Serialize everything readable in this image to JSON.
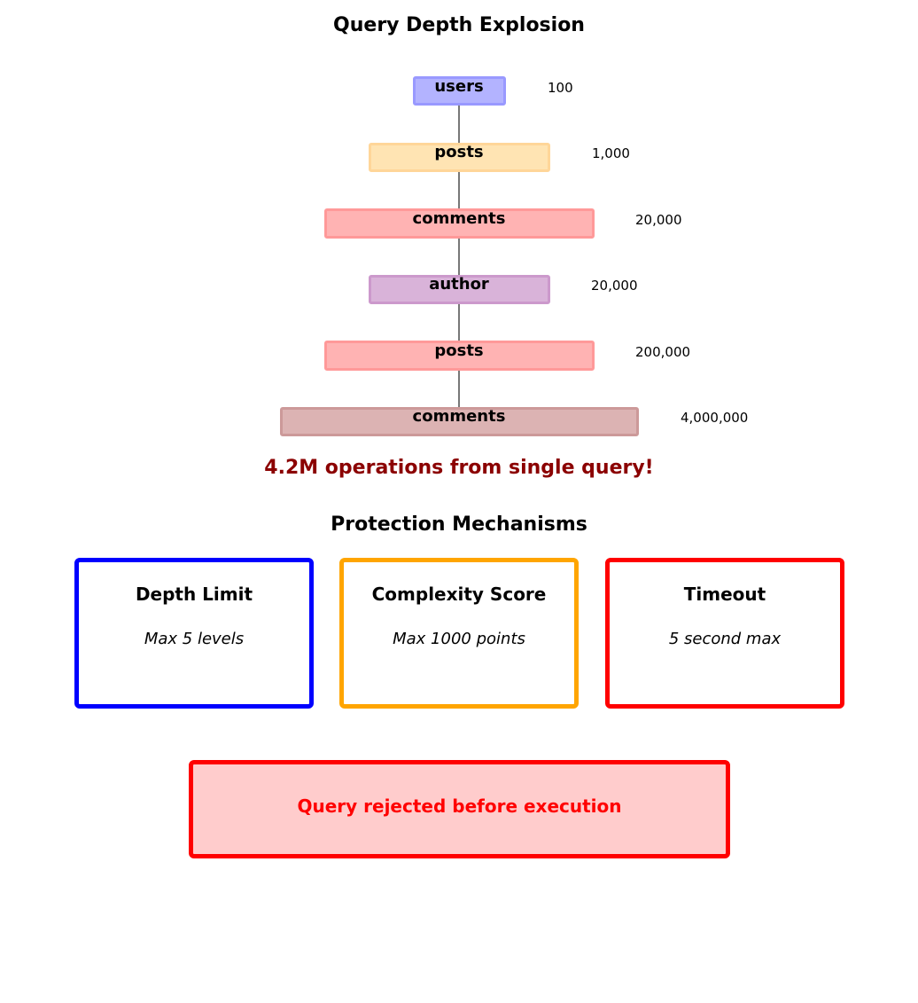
{
  "explosion": {
    "title": "Query Depth Explosion",
    "levels": [
      {
        "name": "users",
        "count": "100",
        "fill": "#b3b3ff",
        "border": "#9999ff"
      },
      {
        "name": "posts",
        "count": "1,000",
        "fill": "#ffe4b3",
        "border": "#ffd699"
      },
      {
        "name": "comments",
        "count": "20,000",
        "fill": "#ffb3b3",
        "border": "#ff9999"
      },
      {
        "name": "author",
        "count": "20,000",
        "fill": "#d9b3d9",
        "border": "#cc99cc"
      },
      {
        "name": "posts",
        "count": "200,000",
        "fill": "#ffb3b3",
        "border": "#ff9999"
      },
      {
        "name": "comments",
        "count": "4,000,000",
        "fill": "#dcb3b3",
        "border": "#cc9999"
      }
    ],
    "warning": "4.2M operations from single query!"
  },
  "protection": {
    "title": "Protection Mechanisms",
    "mechanisms": [
      {
        "title": "Depth Limit",
        "desc": "Max 5 levels",
        "color": "#0000ff"
      },
      {
        "title": "Complexity Score",
        "desc": "Max 1000 points",
        "color": "#ffa500"
      },
      {
        "title": "Timeout",
        "desc": "5 second max",
        "color": "#ff0000"
      }
    ],
    "result": "Query rejected before execution"
  }
}
